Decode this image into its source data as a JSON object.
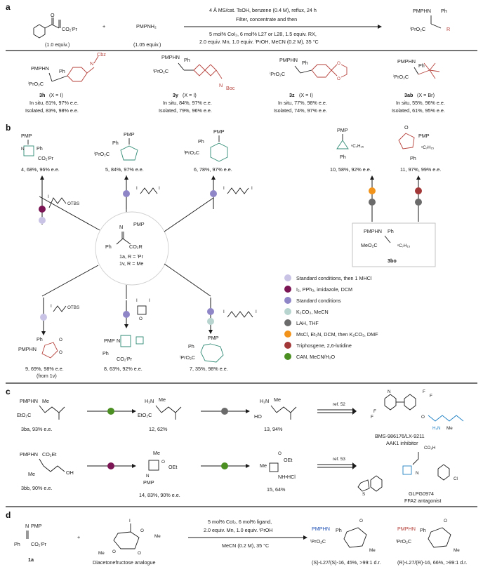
{
  "panels": {
    "a": "a",
    "b": "b",
    "c": "c",
    "d": "d"
  },
  "colors": {
    "light_purple": "#c9c3e6",
    "dark_purple": "#7b1554",
    "mid_purple": "#8f86c8",
    "light_teal": "#b7d4cf",
    "dark_grey": "#6b6b6b",
    "orange": "#f2941b",
    "dark_red": "#a33838",
    "green": "#4b8f23",
    "ring_green": "#2f8a74",
    "ring_red": "#b5403a",
    "blue": "#1f80c4"
  },
  "a": {
    "reagent1_label": "(1.0 equiv.)",
    "reagent2": "PMPNH₂",
    "reagent2_label": "(1.05 equiv.)",
    "plus": "+",
    "cond_line1": "4 Å MS/cat. TsOH, benzene (0.4 M), reflux, 24 h",
    "cond_line2": "Filter, concentrate and then",
    "cond_line3": "5 mol% CoI₂, 6 mol% L27 or L28, 1.5 equiv. RX,",
    "cond_line4": "2.0 equiv. Mn, 1.0 equiv. ⁱPrOH, MeCN (0.2 M), 35 °C",
    "products": [
      {
        "id": "3h",
        "x": "(X = I)",
        "insitu": "In situ, 81%, 97% e.e.",
        "isolated": "Isolated, 83%, 98% e.e.",
        "group": "Cbz"
      },
      {
        "id": "3y",
        "x": "(X = I)",
        "insitu": "In situ, 84%, 97% e.e.",
        "isolated": "Isolated, 79%, 96% e.e.",
        "group": "Boc"
      },
      {
        "id": "3z",
        "x": "(X = I)",
        "insitu": "In situ, 77%, 98% e.e.",
        "isolated": "Isolated, 74%, 97% e.e.",
        "group": ""
      },
      {
        "id": "3ab",
        "x": "(X = Br)",
        "insitu": "In situ, 55%, 96% e.e.",
        "isolated": "Isolated, 61%, 95% e.e.",
        "group": ""
      }
    ]
  },
  "b": {
    "center": {
      "line1": "1a, R = ⁱPr",
      "line2": "1v, R = Me",
      "pmp": "PMP",
      "ph": "Ph",
      "co2r": "CO₂R"
    },
    "products": [
      {
        "id": "4",
        "text": "4, 68%, 96% e.e."
      },
      {
        "id": "5",
        "text": "5, 84%, 97% e.e."
      },
      {
        "id": "6",
        "text": "6, 78%, 97% e.e."
      },
      {
        "id": "10",
        "text": "10, 58%, 92% e.e."
      },
      {
        "id": "11",
        "text": "11, 97%, 99% e.e."
      },
      {
        "id": "9",
        "text": "9, 69%, 98% e.e.",
        "note": "(from 1v)"
      },
      {
        "id": "8",
        "text": "8, 63%, 92% e.e."
      },
      {
        "id": "7",
        "text": "7, 35%, 98% e.e."
      }
    ],
    "sm_3bo": "3bo",
    "legend": [
      "Standard conditions, then 1 MHCl",
      "I₂, PPh₃, imidazole, DCM",
      "Standard conditions",
      "K₂CO₃, MeCN",
      "LAH, THF",
      "MsCl, Et₃N, DCM, then K₂CO₃, DMF",
      "Triphosgene, 2,6-lutidine",
      "CAN, MeCN/H₂O"
    ]
  },
  "c": {
    "row1": {
      "sm": "3ba, 93% e.e.",
      "int1": "12, 62%",
      "int2": "13, 94%",
      "ref": "ref. 52",
      "target_name": "BMS-986176/LX-9211",
      "target_desc": "AAK1 inhibitor"
    },
    "row2": {
      "sm": "3bb, 90% e.e.",
      "int1": "14, 83%, 90% e.e.",
      "int2": "15, 64%",
      "ref": "ref. 53",
      "target_name": "GLPG0974",
      "target_desc": "FFA2 antagonist"
    }
  },
  "d": {
    "sm1": "1a",
    "plus": "+",
    "sm2": "Diacetonefructose analogue",
    "cond_line1": "5 mol% CoI₂, 6 mol% ligand,",
    "cond_line2": "2.0 equiv. Mn, 1.0 equiv. ⁱPrOH",
    "cond_line3": "MeCN (0.2 M), 35 °C",
    "prod1": "(S)-L27/(S)-16, 45%, >99:1 d.r.",
    "prod2": "(R)-L27/(R)-16, 66%, >99:1 d.r."
  }
}
